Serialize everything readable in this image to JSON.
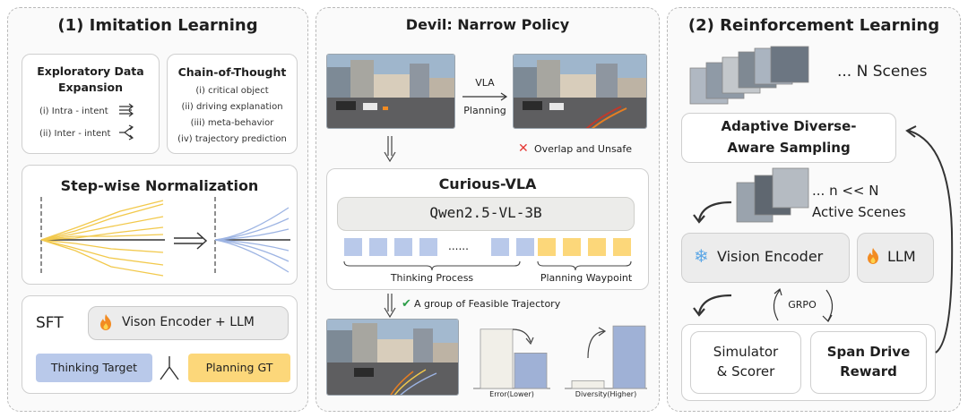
{
  "panel1": {
    "title": "(1) Imitation Learning",
    "exploratory": {
      "title_line1": "Exploratory Data",
      "title_line2": "Expansion",
      "items": [
        "(i) Intra - intent",
        "(ii) Inter - intent"
      ]
    },
    "cot": {
      "title": "Chain-of-Thought",
      "items": [
        "(i) critical object",
        "(ii) driving explanation",
        "(iii) meta-behavior",
        "(iv) trajectory prediction"
      ]
    },
    "normalization": {
      "title": "Step-wise Normalization"
    },
    "sft": {
      "label": "SFT",
      "encoder": "Vison Encoder + LLM",
      "thinking_target": "Thinking Target",
      "planning_gt": "Planning GT"
    }
  },
  "panel2": {
    "title": "Devil: Narrow Policy",
    "vla_line1": "VLA",
    "vla_line2": "Planning",
    "overlap": "Overlap and Unsafe",
    "curious_title": "Curious-VLA",
    "model": "Qwen2.5-VL-3B",
    "ellipsis": "......",
    "thinking_process": "Thinking Process",
    "planning_waypoint": "Planning Waypoint",
    "feasible": "A group of Feasible Trajectory",
    "error_label": "Error(Lower)",
    "diversity_label": "Diversity(Higher)",
    "error_bars": [
      0.92,
      0.55
    ],
    "diversity_bars": [
      0.12,
      0.97
    ],
    "colors": {
      "before": "#f1efe8",
      "after": "#9fb1d6"
    }
  },
  "panel3": {
    "title": "(2) Reinforcement Learning",
    "n_scenes": "... N Scenes",
    "sampling_line1": "Adaptive Diverse-",
    "sampling_line2": "Aware Sampling",
    "active_line1": "... n << N",
    "active_line2": "Active Scenes",
    "vision_encoder": "Vision Encoder",
    "llm": "LLM",
    "grpo": "GRPO",
    "simulator_line1": "Simulator",
    "simulator_line2": "& Scorer",
    "reward_line1": "Span Drive",
    "reward_line2": "Reward"
  }
}
